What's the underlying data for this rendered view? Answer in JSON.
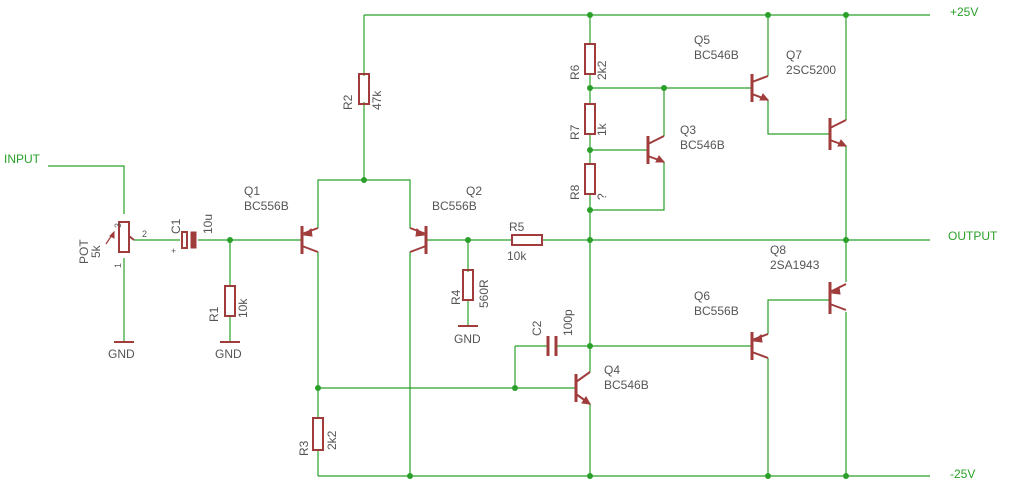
{
  "nets": {
    "input": "INPUT",
    "output": "OUTPUT",
    "vpos": "+25V",
    "vneg": "-25V",
    "gnd": "GND"
  },
  "components": {
    "pot": {
      "name": "POT",
      "value": "5k",
      "pin1": "1",
      "pin2": "2",
      "pin3": "3"
    },
    "c1": {
      "name": "C1",
      "value": "10u",
      "polarity": "+"
    },
    "c2": {
      "name": "C2",
      "value": "100p"
    },
    "r1": {
      "name": "R1",
      "value": "10k"
    },
    "r2": {
      "name": "R2",
      "value": "47k"
    },
    "r3": {
      "name": "R3",
      "value": "2k2"
    },
    "r4": {
      "name": "R4",
      "value": "560R"
    },
    "r5": {
      "name": "R5",
      "value": "10k"
    },
    "r6": {
      "name": "R6",
      "value": "2k2"
    },
    "r7": {
      "name": "R7",
      "value": "1k"
    },
    "r8": {
      "name": "R8",
      "value": "?"
    },
    "q1": {
      "name": "Q1",
      "value": "BC556B"
    },
    "q2": {
      "name": "Q2",
      "value": "BC556B"
    },
    "q3": {
      "name": "Q3",
      "value": "BC546B"
    },
    "q4": {
      "name": "Q4",
      "value": "BC546B"
    },
    "q5": {
      "name": "Q5",
      "value": "BC546B"
    },
    "q6": {
      "name": "Q6",
      "value": "BC556B"
    },
    "q7": {
      "name": "Q7",
      "value": "2SC5200"
    },
    "q8": {
      "name": "Q8",
      "value": "2SA1943"
    }
  },
  "colors": {
    "wire": "#2aa02a",
    "part": "#a03c3c",
    "text": "#555555"
  }
}
